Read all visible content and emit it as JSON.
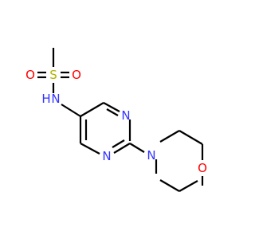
{
  "molecule": {
    "atoms": {
      "S": "S",
      "O_top": "O",
      "O_right": "O",
      "N_H": "N",
      "H_of_N": "H",
      "N_ring_top": "N",
      "N_ring_bottom": "N",
      "N_morph": "N",
      "O_morph": "O"
    },
    "colors": {
      "N": "#3333ff",
      "O": "#ff0000",
      "S": "#b2b200",
      "bond": "#000000"
    }
  }
}
